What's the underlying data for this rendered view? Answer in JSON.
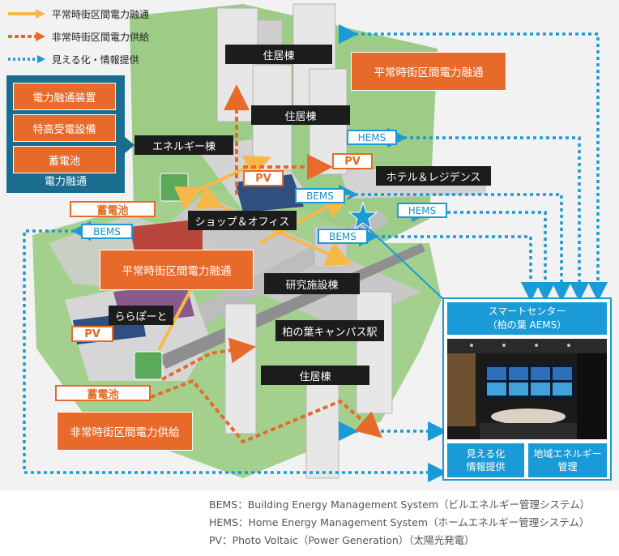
{
  "legend": {
    "normal_fusion": "平常時街区間電力融通",
    "emergency_supply": "非常時街区間電力供給",
    "visualization": "見える化・情報提供"
  },
  "panel": {
    "items": [
      "電力融通装置",
      "特高受電設備",
      "蓄電池"
    ],
    "footer": "電力融通"
  },
  "labels": {
    "residence_top": "住居棟",
    "residence_mid": "住居棟",
    "residence_bottom": "住居棟",
    "energy_building": "エネルギー棟",
    "hotel": "ホテル＆レジデンス",
    "shop_office": "ショップ＆オフィス",
    "research": "研究施設棟",
    "station": "柏の葉キャンパス駅",
    "lalaport": "ららぽーと"
  },
  "callouts": {
    "fusion_top": "平常時街区間電力融通",
    "fusion_mid": "平常時街区間電力融通",
    "emergency_bottom": "非常時街区間電力供給"
  },
  "tags": {
    "pv": "PV",
    "battery": "蓄電池",
    "bems": "BEMS",
    "hems": "HEMS"
  },
  "smart_center": {
    "title_line1": "スマートセンター",
    "title_line2": "（柏の葉 AEMS）",
    "btn1_line1": "見える化",
    "btn1_line2": "情報提供",
    "btn2_line1": "地域エネルギー",
    "btn2_line2": "管理"
  },
  "notes": {
    "bems": "BEMS：Building Energy Management System（ビルエネルギー管理システム）",
    "hems": "HEMS：Home Energy Management System（ホームエネルギー管理システム）",
    "pv": "PV：Photo Voltaic（Power Generation）（太陽光発電）"
  },
  "colors": {
    "normal_fusion": "#f7b84a",
    "emergency": "#e86a2a",
    "info": "#1a9ad6",
    "panel": "#1a6d8f"
  }
}
